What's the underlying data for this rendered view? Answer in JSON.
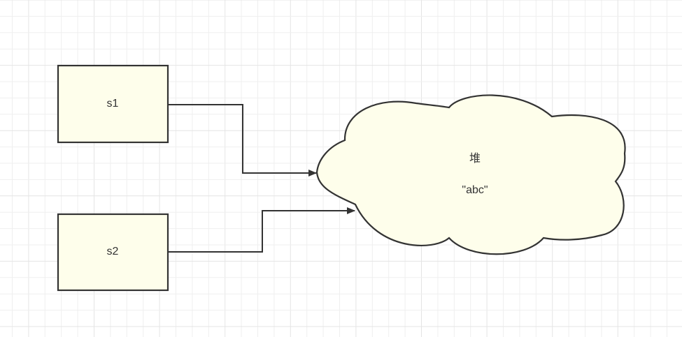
{
  "nodes": {
    "s1": {
      "label": "s1"
    },
    "s2": {
      "label": "s2"
    },
    "heap": {
      "title": "堆",
      "value": "\"abc\""
    }
  },
  "colors": {
    "fill": "#fefeeb",
    "stroke": "#333333",
    "grid_minor": "#efefef",
    "grid_major": "#e4e4e4"
  }
}
